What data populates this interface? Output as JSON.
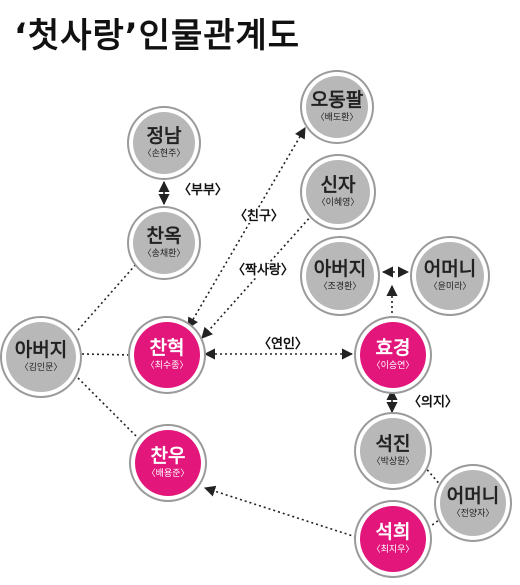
{
  "title": "‘첫사랑’인물관계도",
  "characters": {
    "jeongnam": {
      "name": "정남",
      "actor": "〈손현주〉"
    },
    "chanok": {
      "name": "찬옥",
      "actor": "〈송채환〉"
    },
    "father_kim": {
      "name": "아버지",
      "actor": "〈김인문〉"
    },
    "chanhyeok": {
      "name": "찬혁",
      "actor": "〈최수종〉"
    },
    "chanu": {
      "name": "찬우",
      "actor": "〈배용준〉"
    },
    "odongpal": {
      "name": "오동팔",
      "actor": "〈배도환〉"
    },
    "sinja": {
      "name": "신자",
      "actor": "〈이혜영〉"
    },
    "father_jo": {
      "name": "아버지",
      "actor": "〈조경환〉"
    },
    "mother_yun": {
      "name": "어머니",
      "actor": "〈윤미라〉"
    },
    "hyogyeong": {
      "name": "효경",
      "actor": "〈이승연〉"
    },
    "seokjin": {
      "name": "석진",
      "actor": "〈박상원〉"
    },
    "mother_jeon": {
      "name": "어머니",
      "actor": "〈전양자〉"
    },
    "seokhui": {
      "name": "석희",
      "actor": "〈최지우〉"
    }
  },
  "relations": {
    "couple": "〈부부〉",
    "friend": "〈친구〉",
    "unrequited": "〈짝사랑〉",
    "lovers": "〈연인〉",
    "siblings": "〈의지〉"
  },
  "colors": {
    "main": "#e3167c",
    "supporting": "#b8b8b8",
    "line": "#222222"
  }
}
